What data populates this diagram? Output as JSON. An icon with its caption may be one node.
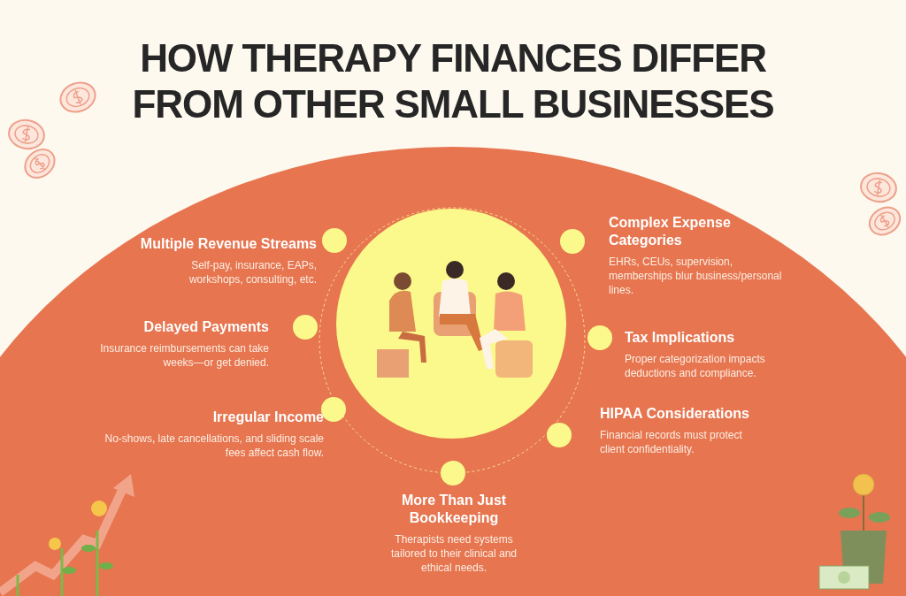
{
  "diagram": {
    "title": "HOW **THERAPY FINANCES** DIFFER FROM OTHER SMALL BUSINESSES",
    "nodes": [
      {
        "text": [
          "Multiple Revenue Streams",
          "Self-pay, insurance, EAPs, workshops, consulting, etc."
        ]
      },
      {
        "text": [
          "Delayed Payments",
          "Insurance reimbursements can take weeks—or get denied."
        ]
      },
      {
        "text": [
          "Irregular Income",
          "No-shows, late cancellations, and sliding scale fees affect cash flow."
        ]
      },
      {
        "text": [
          "Complex Expense Categories",
          "EHRs, CEUs, supervision, memberships blur business/personal lines."
        ]
      },
      {
        "text": [
          "Tax Implications",
          "Proper categorization impacts deductions and compliance."
        ]
      },
      {
        "text": [
          "HIPAA Considerations",
          "Financial records must protect client confidentiality."
        ]
      },
      {
        "text": [
          "More Than Just Bookkeeping",
          "Therapists need systems tailored to their clinical and ethical needs."
        ]
      }
    ]
  }
}
